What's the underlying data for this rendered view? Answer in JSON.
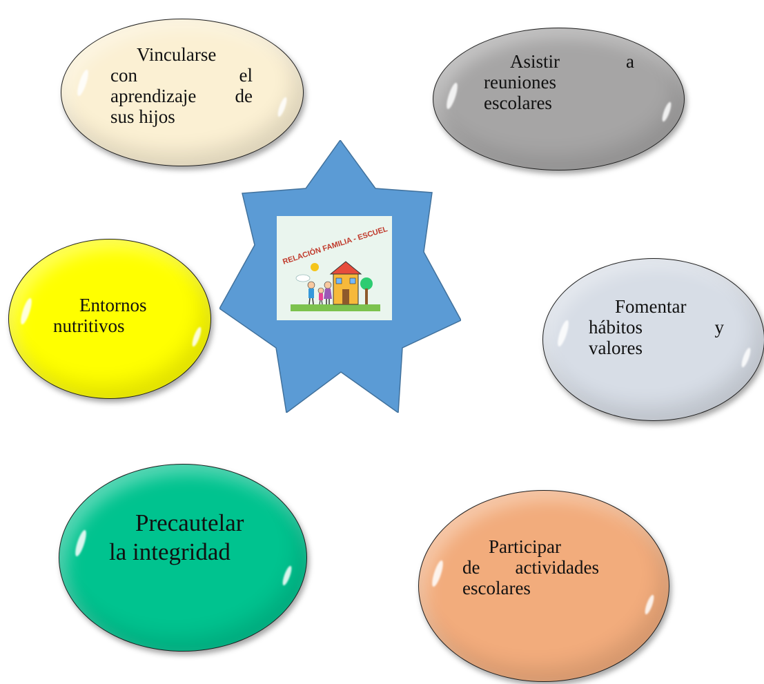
{
  "center": {
    "image_title": "RELACIÓN FAMILIA - ESCUELA",
    "star_color": "#5b9bd5"
  },
  "bubbles": [
    {
      "id": "vincularse",
      "color": "#fbf0d3",
      "lines": [
        "Vincularse",
        "con el",
        "aprendizaje de",
        "sus hijos"
      ]
    },
    {
      "id": "asistir",
      "color": "#a6a5a5",
      "lines": [
        "Asistir a",
        "reuniones",
        "escolares"
      ]
    },
    {
      "id": "entornos",
      "color": "#ffff00",
      "lines": [
        "Entornos",
        "nutritivos"
      ]
    },
    {
      "id": "fomentar",
      "color": "#d7dde6",
      "lines": [
        "Fomentar",
        "hábitos y",
        "valores"
      ]
    },
    {
      "id": "precautelar",
      "color": "#00c38f",
      "lines": [
        "Precautelar",
        "la integridad"
      ]
    },
    {
      "id": "participar",
      "color": "#f2ac7c",
      "lines": [
        "Participar",
        "de actividades",
        "escolares"
      ]
    }
  ]
}
